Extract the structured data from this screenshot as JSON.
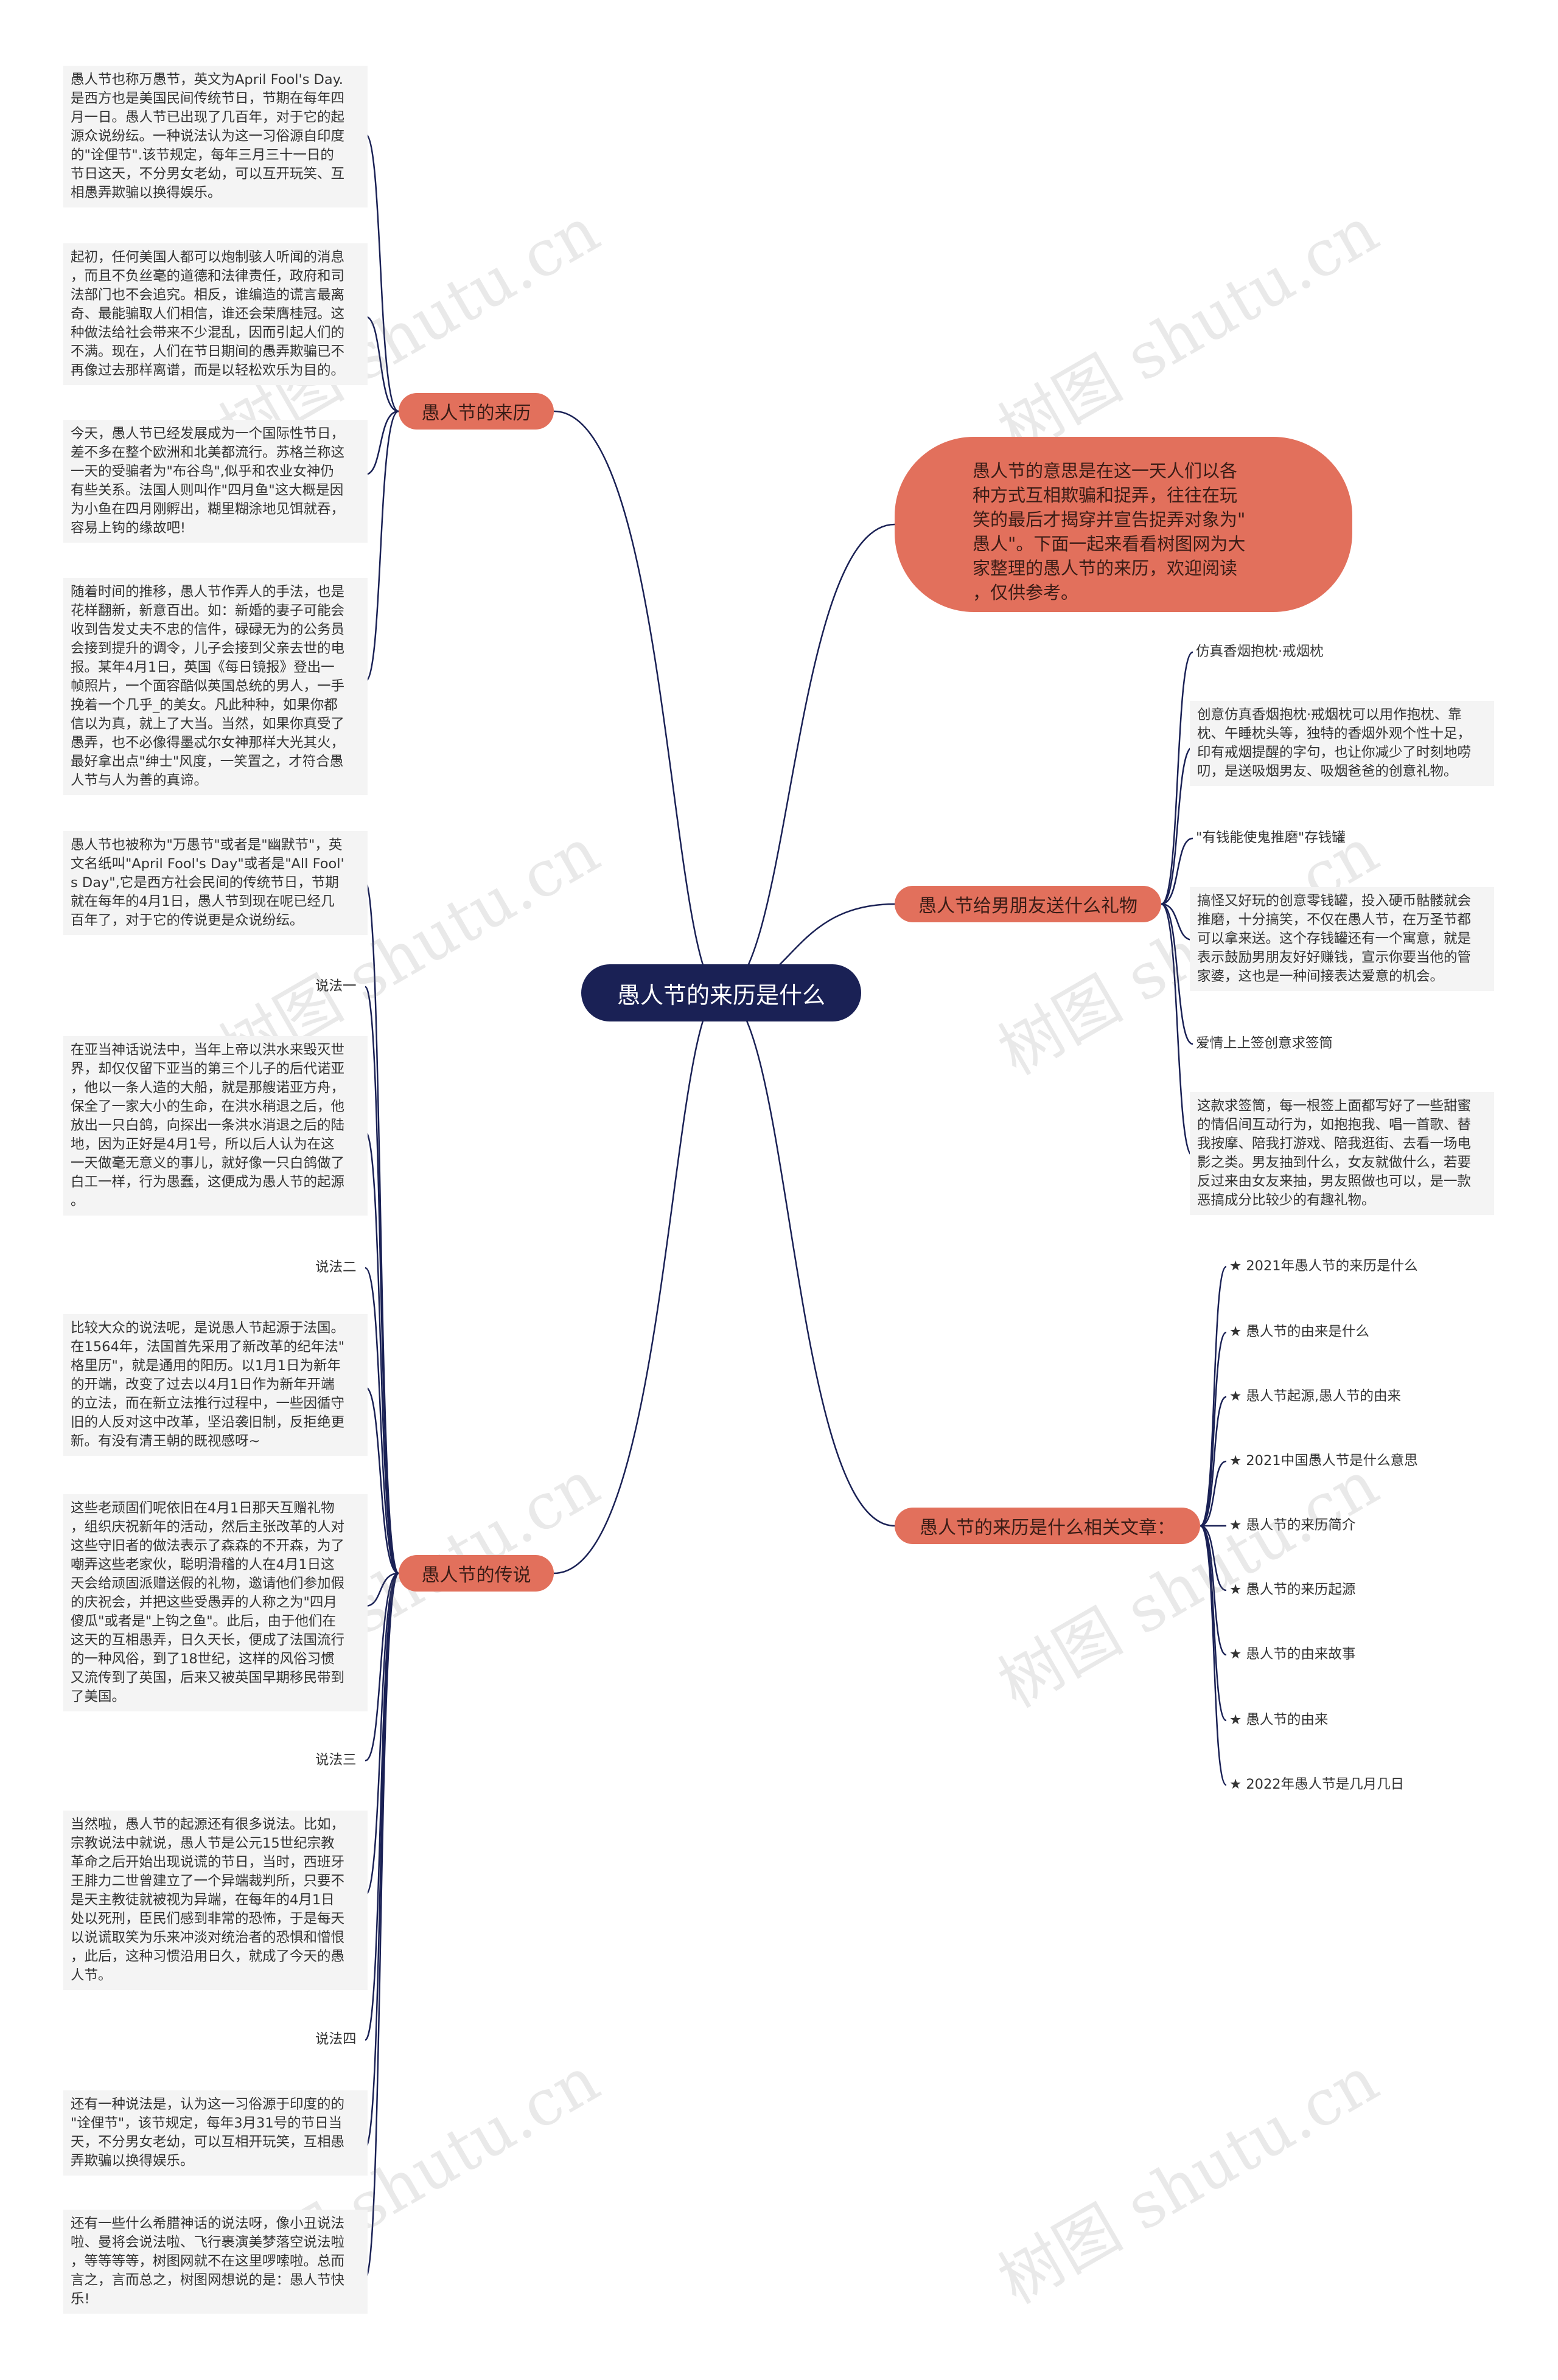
{
  "root": "愚人节的来历是什么",
  "intro": "愚人节的意思是在这一天人们以各\n种方式互相欺骗和捉弄，往往在玩\n笑的最后才揭穿并宣告捉弄对象为\"\n愚人\"。下面一起来看看树图网为大\n家整理的愚人节的来历，欢迎阅读\n，仅供参考。",
  "watermark": "树图 shutu.cn",
  "left_branches": [
    {
      "label": "愚人节的来历",
      "leaves": [
        "愚人节也称万愚节，英文为April Fool's Day.\n是西方也是美国民间传统节日，节期在每年四\n月一日。愚人节已出现了几百年，对于它的起\n源众说纷纭。一种说法认为这一习俗源自印度\n的\"诠俚节\".该节规定，每年三月三十一日的\n节日这天，不分男女老幼，可以互开玩笑、互\n相愚弄欺骗以换得娱乐。",
        "起初，任何美国人都可以炮制骇人听闻的消息\n，而且不负丝毫的道德和法律责任，政府和司\n法部门也不会追究。相反，谁编造的谎言最离\n奇、最能骗取人们相信，谁还会荣膺桂冠。这\n种做法给社会带来不少混乱，因而引起人们的\n不满。现在，人们在节日期间的愚弄欺骗已不\n再像过去那样离谱，而是以轻松欢乐为目的。",
        "今天，愚人节已经发展成为一个国际性节日，\n差不多在整个欧洲和北美都流行。苏格兰称这\n一天的受骗者为\"布谷鸟\",似乎和农业女神仍\n有些关系。法国人则叫作\"四月鱼\"这大概是因\n为小鱼在四月刚孵出，糊里糊涂地见饵就吞，\n容易上钩的缘故吧!",
        "随着时间的推移，愚人节作弄人的手法，也是\n花样翻新，新意百出。如：新婚的妻子可能会\n收到告发丈夫不忠的信件，碌碌无为的公务员\n会接到提升的调令，儿子会接到父亲去世的电\n报。某年4月1日，英国《每日镜报》登出一\n帧照片，一个面容酷似英国总统的男人，一手\n挽着一个几乎_的美女。凡此种种，如果你都\n信以为真，就上了大当。当然，如果你真受了\n愚弄，也不必像得墨忒尔女神那样大光其火，\n最好拿出点\"绅士\"风度，一笑置之，才符合愚\n人节与人为善的真谛。"
      ]
    },
    {
      "label": "愚人节的传说",
      "leaves": [
        "愚人节也被称为\"万愚节\"或者是\"幽默节\"，英\n文名纸叫\"April Fool's Day\"或者是\"All Fool'\ns Day\",它是西方社会民间的传统节日，节期\n就在每年的4月1日，愚人节到现在呢已经几\n百年了，对于它的传说更是众说纷纭。"
      ],
      "sub_groups": [
        {
          "label": "说法一",
          "leaves": [
            "在亚当神话说法中，当年上帝以洪水来毁灭世\n界，却仅仅留下亚当的第三个儿子的后代诺亚\n，他以一条人造的大船，就是那艘诺亚方舟，\n保全了一家大小的生命，在洪水稍退之后，他\n放出一只白鸽，向探出一条洪水消退之后的陆\n地，因为正好是4月1号，所以后人认为在这\n一天做毫无意义的事儿，就好像一只白鸽做了\n白工一样，行为愚蠢，这便成为愚人节的起源\n。"
          ]
        },
        {
          "label": "说法二",
          "leaves": [
            "比较大众的说法呢，是说愚人节起源于法国。\n在1564年，法国首先采用了新改革的纪年法\"\n格里历\"，就是通用的阳历。以1月1日为新年\n的开端，改变了过去以4月1日作为新年开端\n的立法，而在新立法推行过程中，一些因循守\n旧的人反对这中改革，坚沿袭旧制，反拒绝更\n新。有没有清王朝的既视感呀~",
            "这些老顽固们呢依旧在4月1日那天互赠礼物\n，组织庆祝新年的活动，然后主张改革的人对\n这些守旧者的做法表示了森森的不开森，为了\n嘲弄这些老家伙，聪明滑稽的人在4月1日这\n天会给顽固派赠送假的礼物，邀请他们参加假\n的庆祝会，并把这些受愚弄的人称之为\"四月\n傻瓜\"或者是\"上钩之鱼\"。此后，由于他们在\n这天的互相愚弄，日久天长，便成了法国流行\n的一种风俗，到了18世纪，这样的风俗习惯\n又流传到了英国，后来又被英国早期移民带到\n了美国。"
          ]
        },
        {
          "label": "说法三",
          "leaves": [
            "当然啦，愚人节的起源还有很多说法。比如，\n宗教说法中就说，愚人节是公元15世纪宗教\n革命之后开始出现说谎的节日，当时，西班牙\n王腓力二世曾建立了一个异端裁判所，只要不\n是天主教徒就被视为异端，在每年的4月1日\n处以死刑，臣民们感到非常的恐怖，于是每天\n以说谎取笑为乐来冲淡对统治者的恐惧和憎恨\n，此后，这种习惯沿用日久，就成了今天的愚\n人节。"
          ]
        },
        {
          "label": "说法四",
          "leaves": [
            "还有一种说法是，认为这一习俗源于印度的的\n\"诠俚节\"，该节规定，每年3月31号的节日当\n天，不分男女老幼，可以互相开玩笑，互相愚\n弄欺骗以换得娱乐。",
            "还有一些什么希腊神话的说法呀，像小丑说法\n啦、曼将会说法啦、飞行裹演美梦落空说法啦\n，等等等等，树图网就不在这里啰嗦啦。总而\n言之，言而总之，树图网想说的是：愚人节快\n乐!"
          ]
        }
      ]
    }
  ],
  "right_branches": [
    {
      "label": "愚人节给男朋友送什么礼物",
      "items": [
        {
          "type": "label",
          "text": "仿真香烟抱枕·戒烟枕"
        },
        {
          "type": "leaf",
          "text": "创意仿真香烟抱枕·戒烟枕可以用作抱枕、靠\n枕、午睡枕头等，独特的香烟外观个性十足，\n印有戒烟提醒的字句，也让你减少了时刻地唠\n叨，是送吸烟男友、吸烟爸爸的创意礼物。"
        },
        {
          "type": "label",
          "text": "\"有钱能使鬼推磨\"存钱罐"
        },
        {
          "type": "leaf",
          "text": "搞怪又好玩的创意零钱罐，投入硬币骷髅就会\n推磨，十分搞笑，不仅在愚人节，在万圣节都\n可以拿来送。这个存钱罐还有一个寓意，就是\n表示鼓励男朋友好好赚钱，宣示你要当他的管\n家婆，这也是一种间接表达爱意的机会。"
        },
        {
          "type": "label",
          "text": "爱情上上签创意求签筒"
        },
        {
          "type": "leaf",
          "text": "这款求签筒，每一根签上面都写好了一些甜蜜\n的情侣间互动行为，如抱抱我、唱一首歌、替\n我按摩、陪我打游戏、陪我逛街、去看一场电\n影之类。男友抽到什么，女友就做什么，若要\n反过来由女友来抽，男友照做也可以，是一款\n恶搞成分比较少的有趣礼物。"
        }
      ]
    },
    {
      "label": "愚人节的来历是什么相关文章：",
      "articles": [
        "★ 2021年愚人节的来历是什么",
        "★ 愚人节的由来是什么",
        "★ 愚人节起源,愚人节的由来",
        "★ 2021中国愚人节是什么意思",
        "★ 愚人节的来历简介",
        "★ 愚人节的来历起源",
        "★ 愚人节的由来故事",
        "★ 愚人节的由来",
        "★ 2022年愚人节是几月几日"
      ]
    }
  ],
  "colors": {
    "root_bg": "#1a2155",
    "branch_bg": "#e2705c",
    "line": "#1a2155",
    "leaf_bg": "#f4f4f4"
  }
}
